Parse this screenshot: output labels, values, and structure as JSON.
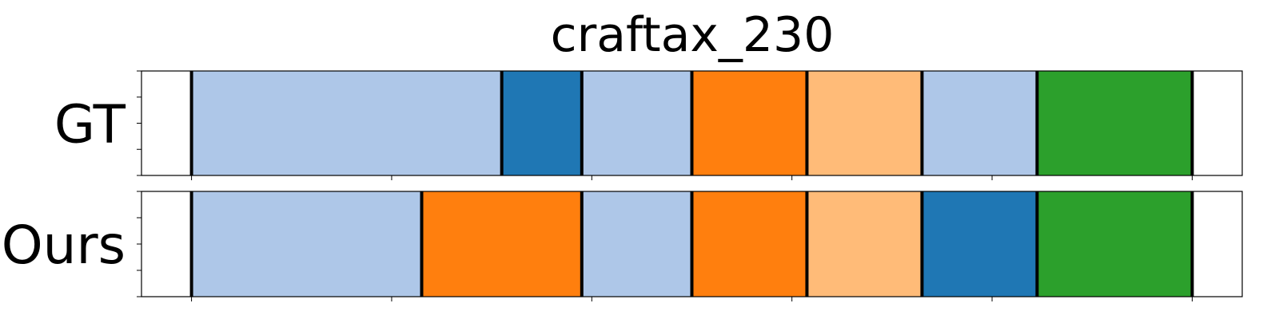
{
  "chart_data": {
    "type": "bar",
    "title": "craftax_230",
    "xlabel": "",
    "ylabel": "",
    "xlim": [
      -0.5,
      10.5
    ],
    "grid": false,
    "rows": [
      {
        "label": "GT",
        "segments": [
          {
            "start": 0.0,
            "end": 3.1,
            "color": "#aec7e8"
          },
          {
            "start": 3.1,
            "end": 3.9,
            "color": "#1f77b4"
          },
          {
            "start": 3.9,
            "end": 5.0,
            "color": "#aec7e8"
          },
          {
            "start": 5.0,
            "end": 6.15,
            "color": "#ff7f0e"
          },
          {
            "start": 6.15,
            "end": 7.3,
            "color": "#ffbb78"
          },
          {
            "start": 7.3,
            "end": 8.45,
            "color": "#aec7e8"
          },
          {
            "start": 8.45,
            "end": 10.0,
            "color": "#2ca02c"
          }
        ]
      },
      {
        "label": "Ours",
        "segments": [
          {
            "start": 0.0,
            "end": 2.3,
            "color": "#aec7e8"
          },
          {
            "start": 2.3,
            "end": 3.9,
            "color": "#ff7f0e"
          },
          {
            "start": 3.9,
            "end": 5.0,
            "color": "#aec7e8"
          },
          {
            "start": 5.0,
            "end": 6.15,
            "color": "#ff7f0e"
          },
          {
            "start": 6.15,
            "end": 7.3,
            "color": "#ffbb78"
          },
          {
            "start": 7.3,
            "end": 8.45,
            "color": "#1f77b4"
          },
          {
            "start": 8.45,
            "end": 10.0,
            "color": "#2ca02c"
          }
        ]
      }
    ]
  }
}
